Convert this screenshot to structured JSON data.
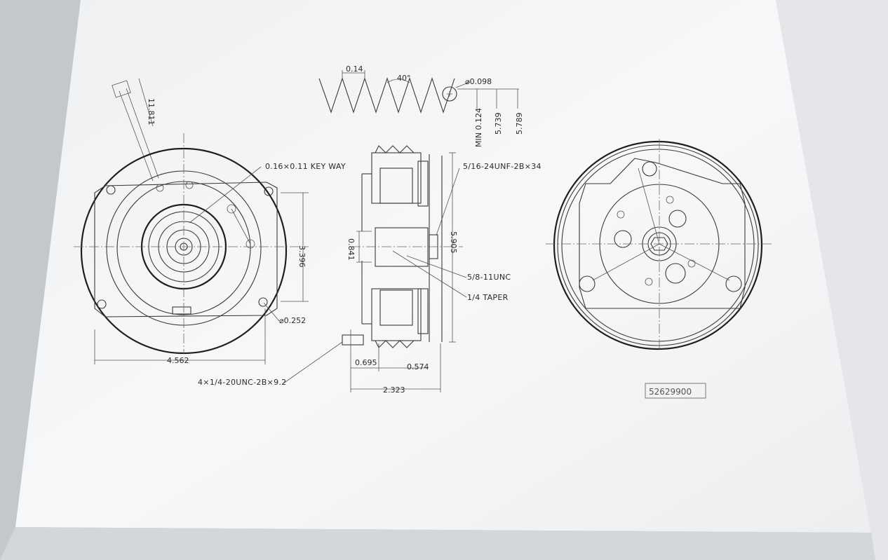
{
  "drawing": {
    "groove_pitch": "0.14",
    "groove_angle": "40°",
    "ball_diameter": "⌀0.098",
    "min_groove_dim": "MIN 0.124",
    "groove_dia_1": "5.739",
    "groove_dia_2": "5.789",
    "lead_length": "11.811",
    "keyway_note": "0.16×0.11 KEY WAY",
    "bolt_height": "3.396",
    "hole_diameter": "⌀0.252",
    "bolt_width": "4.562",
    "mount_bolts_note": "4×1/4-20UNC-2B×9.2",
    "screw_note": "5/16-24UNF-2B×34",
    "bore_dim": "0.841",
    "pulley_diameter": "5.905",
    "thread_note": "5/8-11UNC",
    "taper_note": "1/4 TAPER",
    "offset_1": "0.695",
    "offset_2": "0.574",
    "overall_depth": "2.323",
    "part_number": "52629900"
  }
}
